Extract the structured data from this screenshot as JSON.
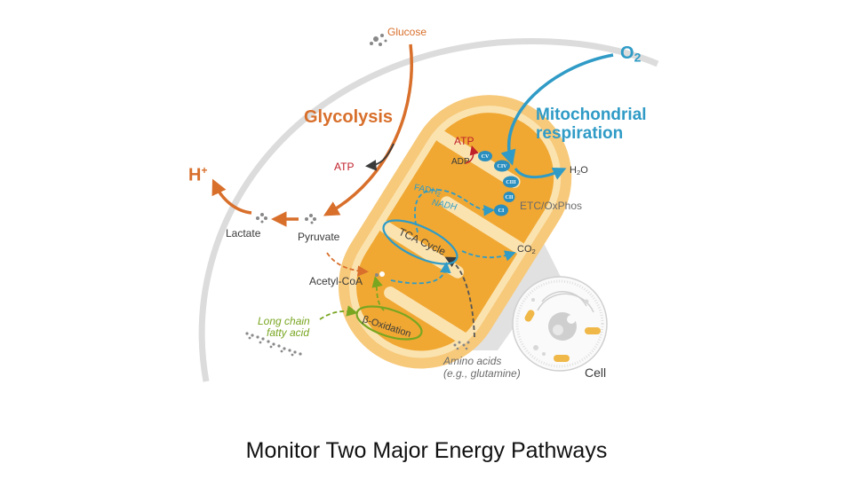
{
  "diagram": {
    "caption": "Monitor Two Major Energy Pathways",
    "labels": {
      "glucose": "Glucose",
      "glycolysis": "Glycolysis",
      "atp_glycolysis": "ATP",
      "h_plus": "H",
      "h_plus_sup": "+",
      "lactate": "Lactate",
      "pyruvate": "Pyruvate",
      "acetyl_coa": "Acetyl-CoA",
      "long_chain_line1": "Long chain",
      "long_chain_line2": "fatty acid",
      "beta_oxidation": "β-Oxidation",
      "tca_cycle": "TCA Cycle",
      "fadh2_main": "FADH",
      "fadh2_sub": "2",
      "nadh": "NADH",
      "atp_mito": "ATP",
      "adp": "ADP",
      "o2_main": "O",
      "o2_sub": "2",
      "mito_resp_line1": "Mitochondrial",
      "mito_resp_line2": "respiration",
      "h2o_pre": "H",
      "h2o_sub": "2",
      "h2o_post": "O",
      "etc": "ETC/OxPhos",
      "co2_main": "CO",
      "co2_sub": "2",
      "amino_line1": "Amino acids",
      "amino_line2": "(e.g., glutamine)",
      "cell": "Cell"
    },
    "complexes": [
      "CV",
      "CIV",
      "CIII",
      "CII",
      "CI"
    ],
    "colors": {
      "glycolysis": "#d86f2b",
      "respiration": "#2f9bc6",
      "fatty_acid": "#79a621",
      "atp": "#c0202a",
      "mito_outer": "#f7c97a",
      "mito_inner": "#f0a833",
      "membrane": "#fbe3b0",
      "cell_boundary": "#dcdcdc"
    }
  }
}
